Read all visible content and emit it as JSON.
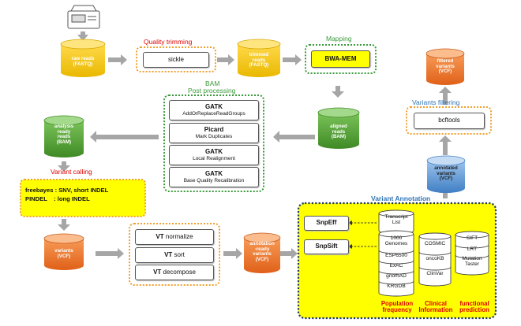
{
  "sections": {
    "quality_trimming": "Quality trimming",
    "mapping": "Mapping",
    "bam_post": [
      "BAM",
      "Post processing"
    ],
    "variants_filtering": "Variants filtering",
    "variant_calling": "Variant calling",
    "variant_annotation": "Variant Annotation"
  },
  "nodes": {
    "raw_reads": [
      "raw reads",
      "(FASTQ)"
    ],
    "trimmed_reads": [
      "trimmed",
      "reads",
      "(FASTQ)"
    ],
    "aligned_reads": [
      "aligned",
      "reads",
      "(BAM)"
    ],
    "analysis_ready": [
      "analysis",
      "ready",
      "reads",
      "(BAM)"
    ],
    "variants": [
      "variants",
      "(VCF)"
    ],
    "annotation_ready": [
      "annotation",
      "-ready",
      "variants",
      "(VCF)"
    ],
    "annotated_variants": [
      "annotated",
      "variants",
      "(VCF)"
    ],
    "filtered_variants": [
      "filtered",
      "variants",
      "(VCF)"
    ]
  },
  "tools": {
    "sickle": "sickle",
    "bwa": "BWA-MEM",
    "bcftools": "bcftools",
    "snpeff": "SnpEff",
    "snpsift": "SnpSift",
    "gatk1": [
      "GATK",
      "AddOrReplaceReadGroups"
    ],
    "picard": [
      "Picard",
      "Mark Duplicates"
    ],
    "gatk2": [
      "GATK",
      "Local Realignment"
    ],
    "gatk3": [
      "GATK",
      "Base Quality Recalibration"
    ],
    "vt_normalize": [
      "VT",
      " normalize"
    ],
    "vt_sort": [
      "VT",
      " sort"
    ],
    "vt_decompose": [
      "VT",
      " decompose"
    ]
  },
  "calling": {
    "line1": "freebayes : SNV, short INDEL",
    "line2": "PINDEL    : long INDEL"
  },
  "databases": {
    "transcript": [
      "Transcript",
      "List"
    ],
    "population": [
      "1000",
      "Genomes",
      "ESP6500",
      "ExAC",
      "gnomAD",
      "KRGDB"
    ],
    "clinical": [
      "COSMIC",
      "oncoKB",
      "ClinVar"
    ],
    "functional": [
      "SIFT",
      "LRT",
      "Mutation",
      "Taster"
    ]
  },
  "categories": {
    "population": [
      "Population",
      "frequency"
    ],
    "clinical": [
      "Clinical",
      "Information"
    ],
    "functional": [
      "functional",
      "prediction"
    ]
  },
  "colors": {
    "yellow": "#f7c600",
    "green": "#55a135",
    "orange": "#ee7b2c",
    "blue": "#5b9bd5",
    "arrow": "#a6a6a6",
    "yellow_panel": "#ffff00",
    "dotted_orange": "#f0a030",
    "dotted_green": "#3a9a3a",
    "dotted_navy": "#1f3864",
    "accent_red": "#e00000",
    "accent_blue": "#2e75b6"
  }
}
